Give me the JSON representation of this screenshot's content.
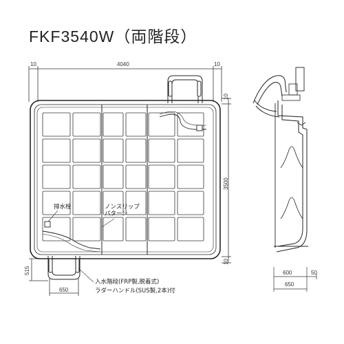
{
  "title": "FKF3540W（両階段）",
  "dimensions": {
    "top_left_margin": "10",
    "top_width": "4040",
    "top_right_margin": "10",
    "right_top_margin": "10",
    "right_height": "3500",
    "right_bottom_margin": "10",
    "left_step_depth": "515",
    "bottom_step_width": "650",
    "side_width": "600",
    "side_margin": "50",
    "side_total": "650"
  },
  "labels": {
    "drain_plug": "排水栓",
    "non_slip": "ノンスリップ\nパターン",
    "ladder_line1": "入水階段(FRP製,脱着式)",
    "ladder_line2": "ラダーハンドル(SUS製,2本)付"
  }
}
